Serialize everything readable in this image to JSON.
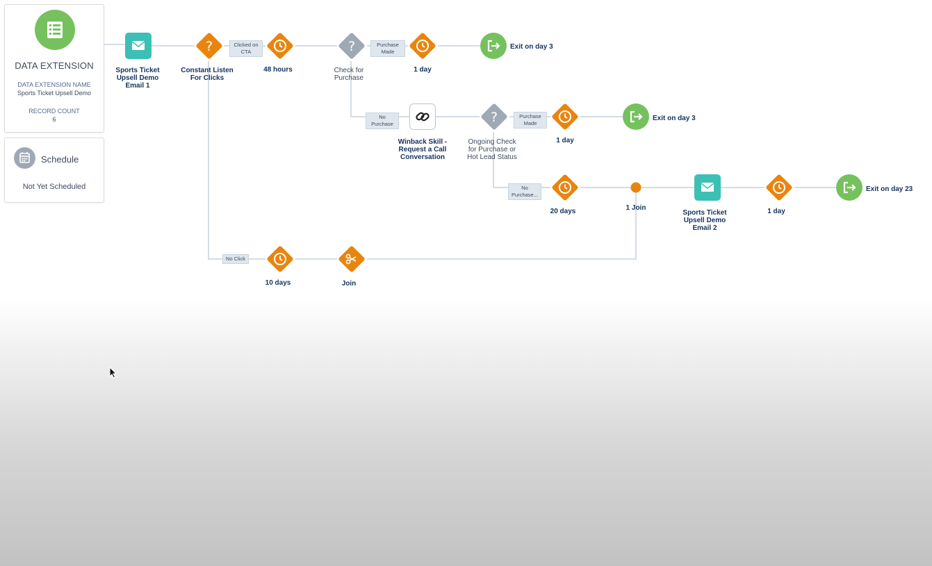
{
  "theme": {
    "wait_color": "#e8850f",
    "email_color": "#3cc0b5",
    "exit_color": "#75c15d",
    "decision_color": "#9fa9b5",
    "line_color": "#c5d1de"
  },
  "data_extension": {
    "icon": "table-icon",
    "title": "DATA EXTENSION",
    "name_label": "DATA EXTENSION NAME",
    "name_value": "Sports Ticket Upsell Demo",
    "count_label": "RECORD COUNT",
    "count_value": "6"
  },
  "schedule": {
    "icon": "calendar-icon",
    "title": "Schedule",
    "status": "Not Yet Scheduled"
  },
  "activities": {
    "email1": {
      "icon": "envelope-icon",
      "label": "Sports Ticket\nUpsell Demo\nEmail 1"
    },
    "listen": {
      "icon": "question-icon",
      "label": "Constant Listen\nFor Clicks"
    },
    "wait_48h": {
      "icon": "clock-icon",
      "label": "48 hours"
    },
    "check_purchase": {
      "icon": "question-icon",
      "label": "Check for\nPurchase"
    },
    "wait_1day_a": {
      "icon": "clock-icon",
      "label": "1 day"
    },
    "exit_a": {
      "icon": "exit-icon",
      "label": "Exit on day 3"
    },
    "winback": {
      "icon": "link-icon",
      "label": "Winback Skill -\nRequest a Call\nConversation"
    },
    "ongoing_check": {
      "icon": "question-icon",
      "label": "Ongoing Check\nfor Purchase or\nHot Lead Status"
    },
    "wait_1day_b": {
      "icon": "clock-icon",
      "label": "1 day"
    },
    "exit_b": {
      "icon": "exit-icon",
      "label": "Exit on day 3"
    },
    "wait_20days": {
      "icon": "clock-icon",
      "label": "20 days"
    },
    "join_point": {
      "label": "1 Join"
    },
    "email2": {
      "icon": "envelope-icon",
      "label": "Sports Ticket\nUpsell Demo\nEmail 2"
    },
    "wait_1day_c": {
      "icon": "clock-icon",
      "label": "1 day"
    },
    "exit_c": {
      "icon": "exit-icon",
      "label": "Exit on day 23"
    },
    "wait_10days": {
      "icon": "clock-icon",
      "label": "10 days"
    },
    "join": {
      "icon": "scissors-icon",
      "label": "Join"
    }
  },
  "paths": {
    "clicked_cta": "Clicked on\nCTA",
    "purchase_made_a": "Purchase\nMade",
    "no_purchase_a": "No\nPurchase",
    "purchase_made_b": "Purchase\nMade",
    "no_purchase_b": "No\nPurchase...",
    "no_click": "No Click"
  }
}
